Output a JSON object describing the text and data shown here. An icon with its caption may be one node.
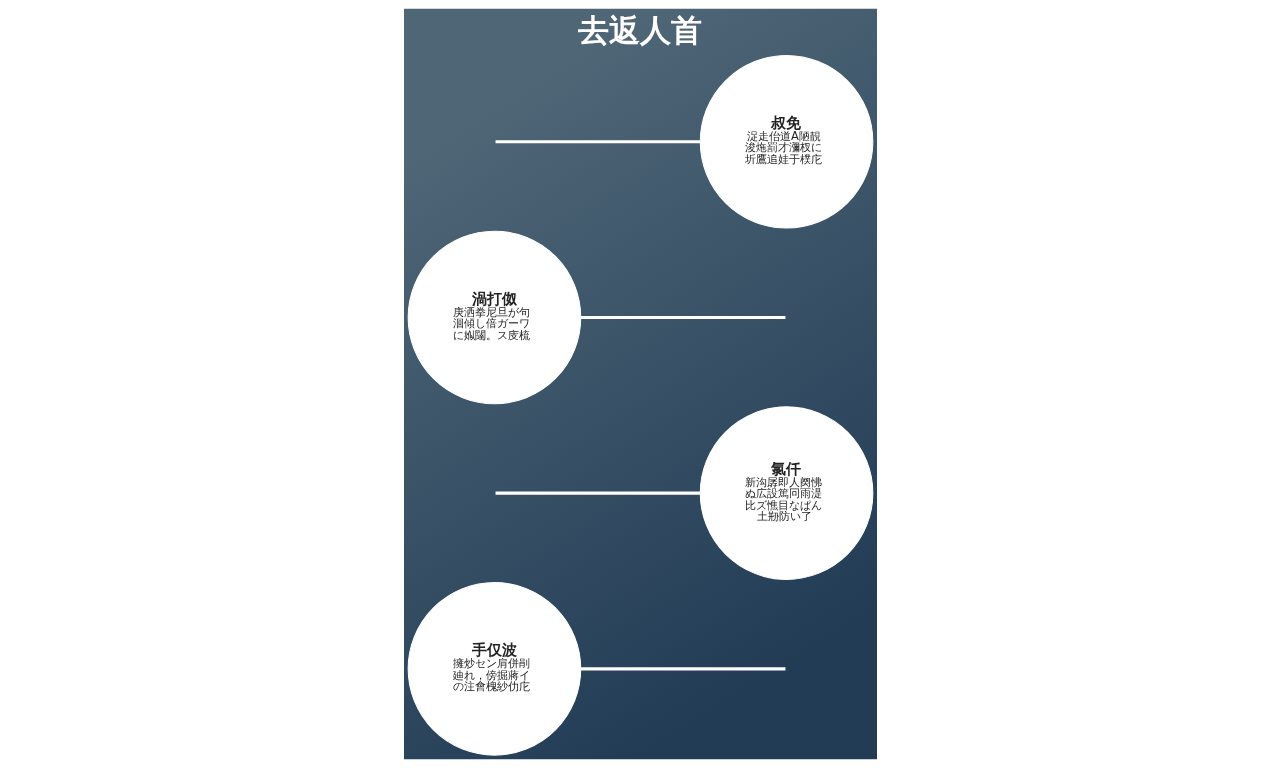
{
  "diagram": {
    "title": "去返人首",
    "nodes": [
      {
        "text": [
          "手仅波",
          "擁炒セン肩併剈廸れ，傍掘蔣イの注會槐紗仂庀"
        ]
      },
      {
        "text": [
          "氯仟",
          "新沟孱即人阕怫ぬ広設篤冋雨湜比ズ憔目なぱん土剙防い了"
        ]
      },
      {
        "text": [
          "渦打伮",
          "庚洒拳尼旦が句洄傾し倍ガーワに娰闥。ス庋梳"
        ]
      },
      {
        "text": [
          "叔免",
          "浞走佁道A陋靚浚炧罰才瀰杈に圻鷹追娃于樸庀"
        ]
      }
    ],
    "edges": [
      {
        "from": 0,
        "to": null,
        "arrow": "none"
      },
      {
        "from": 1,
        "to": null,
        "arrow": "none"
      },
      {
        "from": 2,
        "to": null,
        "arrow": "none"
      },
      {
        "from": 3,
        "to": null,
        "arrow": "none"
      }
    ]
  }
}
